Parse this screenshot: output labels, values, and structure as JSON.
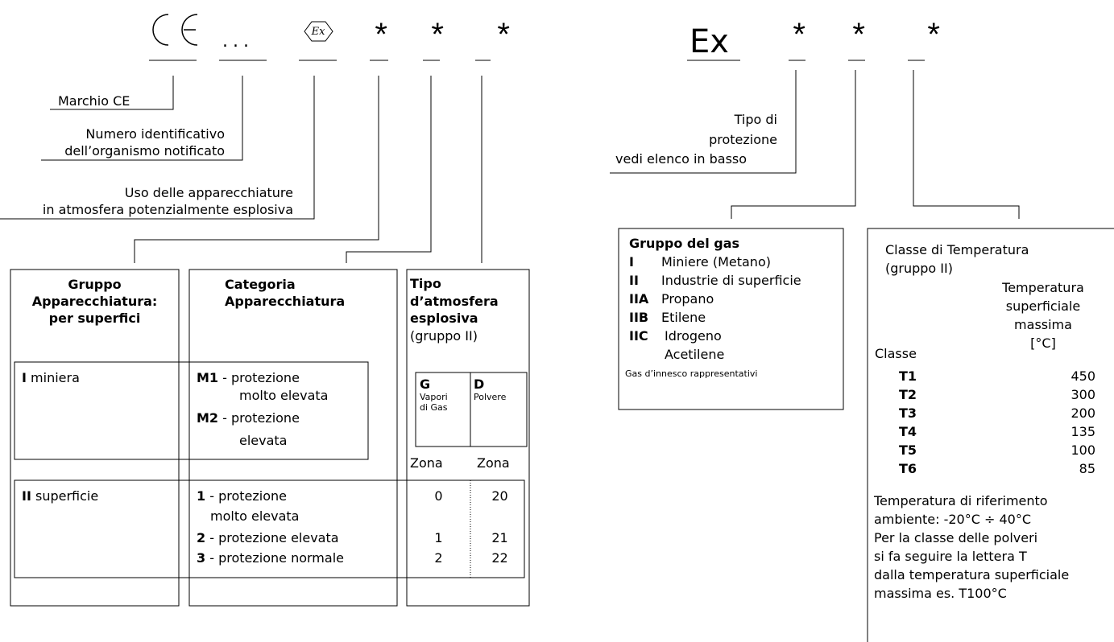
{
  "marking": {
    "ce_symbol": "CE",
    "dots": "...",
    "ex_hex": "Ex",
    "star": "*",
    "ex_code": "Ex"
  },
  "callouts": {
    "marchio_ce": "Marchio CE",
    "numero_line1": "Numero identificativo",
    "numero_line2": "dell’organismo notificato",
    "uso_line1": "Uso delle apparecchiature",
    "uso_line2": "in atmosfera potenzialmente esplosiva",
    "tipo_line1": "Tipo di",
    "tipo_line2": "protezione",
    "tipo_line3": "vedi elenco in basso"
  },
  "gruppo": {
    "header": [
      "Gruppo",
      "Apparecchiatura:",
      "per superfici"
    ],
    "row1_num": "I",
    "row1_text": " miniera",
    "row2_num": "II",
    "row2_text": " superficie"
  },
  "categoria": {
    "header": [
      "Categoria",
      "Apparecchiatura"
    ],
    "m1_code": "M1",
    "m1_text": " - protezione",
    "m1_text2": "molto elevata",
    "m2_code": "M2",
    "m2_text": " - protezione",
    "m2_text2": "elevata",
    "c1_code": "1",
    "c1_text": " - protezione",
    "c1_text2": "molto elevata",
    "c2_code": "2",
    "c2_text": " - protezione elevata",
    "c3_code": "3",
    "c3_text": " - protezione normale"
  },
  "tipo_atmosfera": {
    "header": [
      "Tipo",
      "d’atmosfera",
      "esplosiva"
    ],
    "sub": "(gruppo II)",
    "g_letter": "G",
    "g_desc": [
      "Vapori",
      "di Gas"
    ],
    "d_letter": "D",
    "d_desc": "Polvere",
    "zona_label": "Zona",
    "zone_gas": [
      "0",
      "1",
      "2"
    ],
    "zone_dust": [
      "20",
      "21",
      "22"
    ]
  },
  "gruppo_gas": {
    "title": "Gruppo del gas",
    "rows": [
      {
        "code": "I",
        "desc": "Miniere (Metano)"
      },
      {
        "code": "II",
        "desc": "Industrie di superficie"
      },
      {
        "code": "IIA",
        "desc": "Propano"
      },
      {
        "code": "IIB",
        "desc": "Etilene"
      },
      {
        "code": "IIC",
        "desc": "Idrogeno"
      }
    ],
    "extra": "Acetilene",
    "footer": "Gas d’innesco rappresentativi"
  },
  "classe_temp": {
    "title1": "Classe di Temperatura",
    "title2": "(gruppo II)",
    "col_head": [
      "Temperatura",
      "superficiale",
      "massima",
      "[°C]"
    ],
    "classe_label": "Classe",
    "rows": [
      {
        "cls": "T1",
        "temp": "450"
      },
      {
        "cls": "T2",
        "temp": "300"
      },
      {
        "cls": "T3",
        "temp": "200"
      },
      {
        "cls": "T4",
        "temp": "135"
      },
      {
        "cls": "T5",
        "temp": "100"
      },
      {
        "cls": "T6",
        "temp": "85"
      }
    ],
    "notes": [
      "Temperatura di riferimento",
      "ambiente:  -20°C ÷ 40°C",
      "Per la classe delle polveri",
      "si fa seguire la lettera T",
      "dalla temperatura superficiale",
      "massima  es. T100°C"
    ]
  }
}
